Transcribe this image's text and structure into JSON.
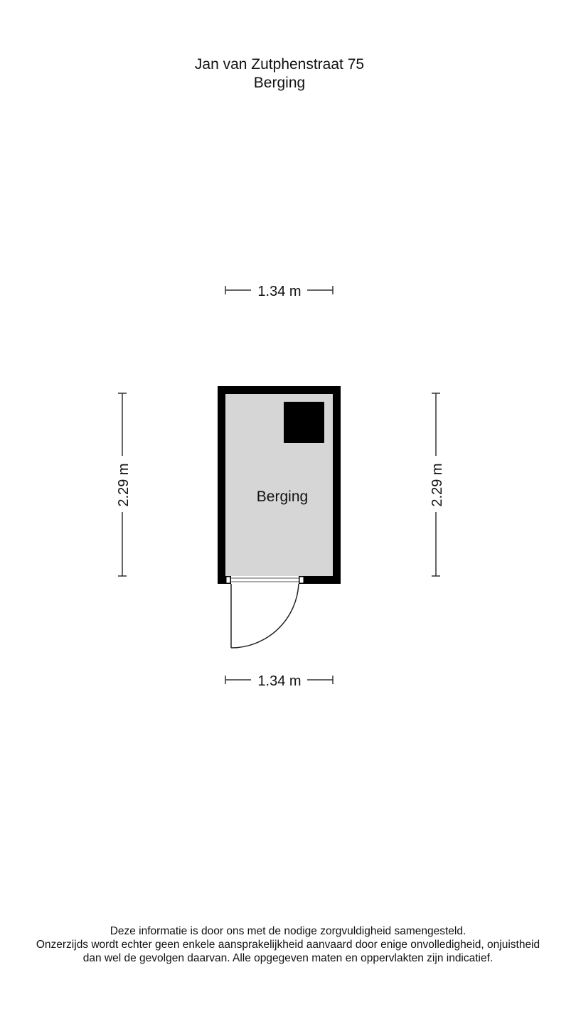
{
  "header": {
    "address": "Jan van Zutphenstraat 75",
    "floor_name": "Berging"
  },
  "floorplan": {
    "room_label": "Berging",
    "dimensions": {
      "width_top": "1.34 m",
      "width_bottom": "1.34 m",
      "depth_left": "2.29 m",
      "depth_right": "2.29 m"
    },
    "colors": {
      "wall": "#000000",
      "floor": "#d6d6d6",
      "dimension_line": "#333333"
    }
  },
  "disclaimer": {
    "line1": "Deze informatie is door ons met de nodige zorgvuldigheid samengesteld.",
    "line2": "Onzerzijds wordt echter geen enkele aansprakelijkheid aanvaard door enige onvolledigheid, onjuistheid",
    "line3": "dan wel de gevolgen daarvan. Alle opgegeven maten en oppervlakten zijn indicatief."
  }
}
